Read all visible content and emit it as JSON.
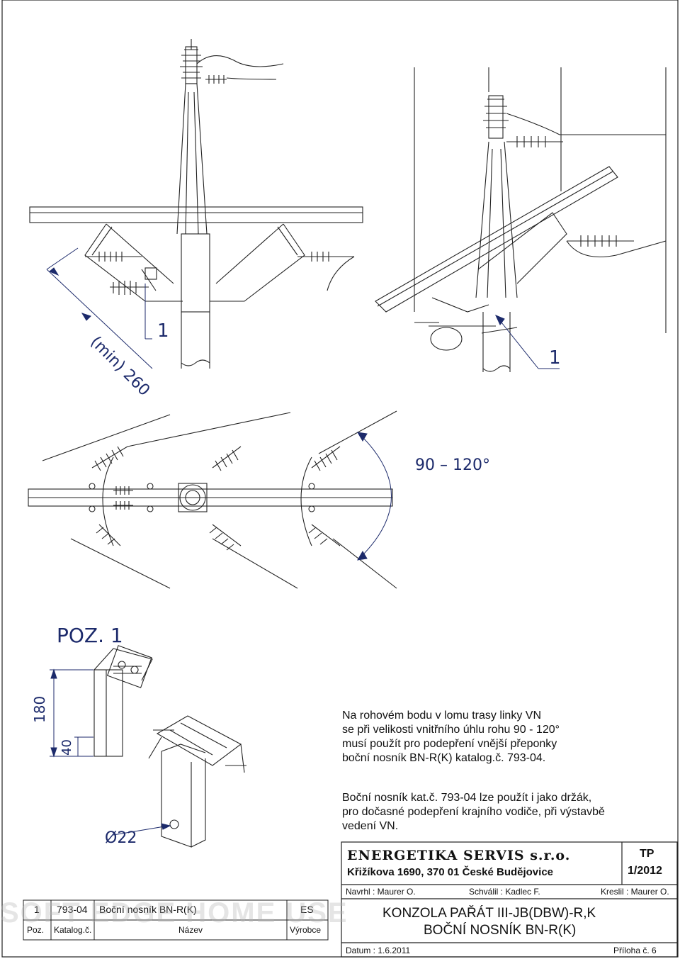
{
  "dimensions": {
    "min_label": "(min) 260",
    "angle_label": "90 – 120°",
    "callout_left": "1",
    "callout_right": "1",
    "poz_label": "POZ. 1",
    "dim_180": "180",
    "dim_40": "40",
    "dim_diameter": "Ø22"
  },
  "notes": {
    "para1": [
      "Na rohovém bodu v lomu trasy linky VN",
      "se při velikosti vnitřního úhlu rohu 90 - 120°",
      "musí použít pro podepření vnější přeponky",
      "boční nosník BN-R(K) katalog.č. 793-04."
    ],
    "para2": [
      "Boční nosník kat.č. 793-04 lze použít i jako držák,",
      "pro dočasné podepření krajního vodiče, při výstavbě",
      "vedení VN."
    ]
  },
  "parts_list": {
    "row": {
      "poz": "1",
      "katalog": "793-04",
      "nazev": "Boční nosník BN-R(K)",
      "vyrobce": "ES"
    },
    "header": {
      "poz": "Poz.",
      "katalog": "Katalog.č.",
      "nazev": "Název",
      "vyrobce": "Výrobce"
    }
  },
  "watermark": "SOFT EDGE HOME USE",
  "title_block": {
    "company": "ENERGETIKA SERVIS s.r.o.",
    "address": "Křižíkova 1690, 370 01 České Budějovice",
    "tp_label": "TP",
    "tp_number": "1/2012",
    "navrhl": "Navrhl : Maurer O.",
    "schvalil": "Schválil : Kadlec F.",
    "kreslil": "Kreslil  : Maurer O.",
    "title_line1": "KONZOLA PAŘÁT III-JB(DBW)-R,K",
    "title_line2": "BOČNÍ NOSNÍK BN-R(K)",
    "datum": "Datum : 1.6.2011",
    "priloha": "Příloha č. 6"
  },
  "colors": {
    "line": "#222222",
    "dimension": "#1c2a6b",
    "paper": "#ffffff"
  }
}
